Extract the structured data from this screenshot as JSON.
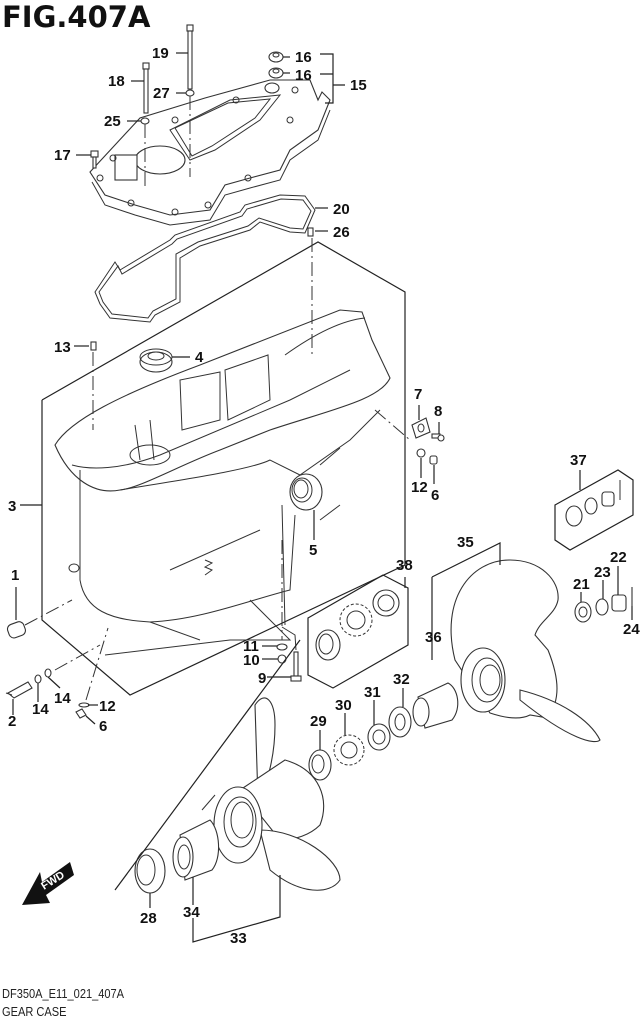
{
  "figure": {
    "title": "FIG.407A",
    "code": "DF350A_E11_021_407A",
    "name": "GEAR CASE",
    "fwd_label": "FWD"
  },
  "callouts": [
    {
      "id": "1",
      "text": "1"
    },
    {
      "id": "2",
      "text": "2"
    },
    {
      "id": "3",
      "text": "3"
    },
    {
      "id": "4",
      "text": "4"
    },
    {
      "id": "5",
      "text": "5"
    },
    {
      "id": "6a",
      "text": "6"
    },
    {
      "id": "6b",
      "text": "6"
    },
    {
      "id": "7",
      "text": "7"
    },
    {
      "id": "8",
      "text": "8"
    },
    {
      "id": "9",
      "text": "9"
    },
    {
      "id": "10",
      "text": "10"
    },
    {
      "id": "11",
      "text": "11"
    },
    {
      "id": "12a",
      "text": "12"
    },
    {
      "id": "12b",
      "text": "12"
    },
    {
      "id": "13",
      "text": "13"
    },
    {
      "id": "14a",
      "text": "14"
    },
    {
      "id": "14b",
      "text": "14"
    },
    {
      "id": "15",
      "text": "15"
    },
    {
      "id": "16a",
      "text": "16"
    },
    {
      "id": "16b",
      "text": "16"
    },
    {
      "id": "17",
      "text": "17"
    },
    {
      "id": "18",
      "text": "18"
    },
    {
      "id": "19",
      "text": "19"
    },
    {
      "id": "20",
      "text": "20"
    },
    {
      "id": "21",
      "text": "21"
    },
    {
      "id": "22",
      "text": "22"
    },
    {
      "id": "23",
      "text": "23"
    },
    {
      "id": "24",
      "text": "24"
    },
    {
      "id": "25",
      "text": "25"
    },
    {
      "id": "26",
      "text": "26"
    },
    {
      "id": "27",
      "text": "27"
    },
    {
      "id": "28",
      "text": "28"
    },
    {
      "id": "29",
      "text": "29"
    },
    {
      "id": "30",
      "text": "30"
    },
    {
      "id": "31",
      "text": "31"
    },
    {
      "id": "32",
      "text": "32"
    },
    {
      "id": "33",
      "text": "33"
    },
    {
      "id": "34",
      "text": "34"
    },
    {
      "id": "35",
      "text": "35"
    },
    {
      "id": "36",
      "text": "36"
    },
    {
      "id": "37",
      "text": "37"
    },
    {
      "id": "38",
      "text": "38"
    }
  ]
}
